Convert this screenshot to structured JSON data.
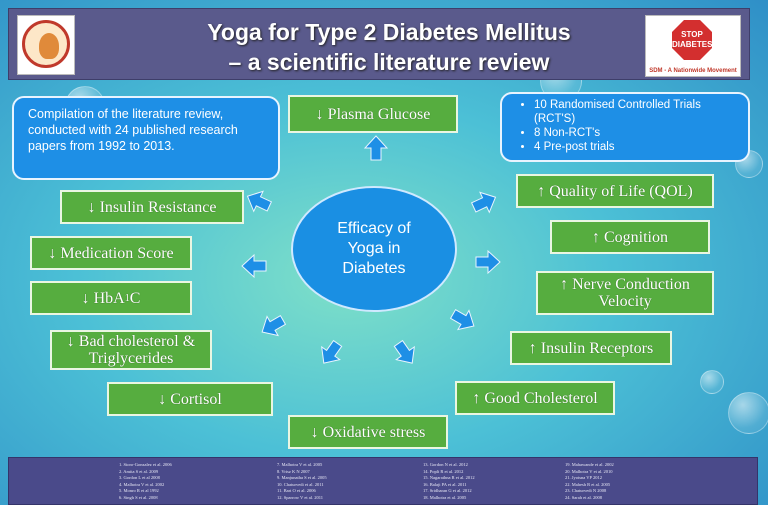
{
  "title": {
    "line1": "Yoga for Type 2 Diabetes Mellitus",
    "line2": "– a scientific literature review"
  },
  "logo_right": {
    "stop_text": "STOP DIABETES",
    "caption": "SDM - A Nationwide Movement"
  },
  "left_info": "Compilation of the literature review, conducted with 24 published research papers from 1992 to 2013.",
  "right_info": [
    "10 Randomised Controlled Trials (RCT'S)",
    "8 Non-RCT's",
    "4 Pre-post trials"
  ],
  "center": {
    "label_line1": "Efficacy of",
    "label_line2": "Yoga in",
    "label_line3": "Diabetes"
  },
  "outcomes": {
    "plasma_glucose": "↓ Plasma Glucose",
    "insulin_resistance": "↓ Insulin Resistance",
    "medication_score": "↓ Medication Score",
    "hba1c_arrow": "↓ HbA",
    "hba1c_sub": "1",
    "hba1c_suffix": "C",
    "bad_cholesterol_line1": "↓ Bad cholesterol &",
    "bad_cholesterol_line2": "Triglycerides",
    "cortisol": "↓ Cortisol",
    "oxidative_stress": "↓ Oxidative stress",
    "quality_of_life": "↑ Quality of Life (QOL)",
    "cognition": "↑ Cognition",
    "nerve_conduction_line1": "↑ Nerve Conduction",
    "nerve_conduction_line2": "Velocity",
    "insulin_receptors": "↑ Insulin Receptors",
    "good_cholesterol": "↑ Good Cholesterol"
  },
  "references": {
    "col1": [
      "1.    Sioro-Gonzalez et al. 2006",
      "2.    Amita S et al. 2009",
      "3.    Gordon L et al 2008",
      "4.    Malhotra V et al. 2002",
      "5.    Monro R et al 1992",
      "6.    Singh S et al. 2008"
    ],
    "col2": [
      "7.    Malhotra V et al. 2005",
      "8.    Vrisz K N 2007",
      "9.    Manjunatha S et al. 2005",
      "10.   Chaturvedi et al. 2011",
      "11.   Bari O et al. 2006",
      "12.   Sparrow V et al. 2011"
    ],
    "col3": [
      "13.   Gordon N et al. 2012",
      "14.   Popli R et al. 2012",
      "15.   Nagarathna R et al. 2012",
      "16.   Balaji PA et al. 2011",
      "17.   Sridharan G et al. 2012",
      "18.   Malhotra et al. 2005"
    ],
    "col4": [
      "19.   Mahawande et al. 2002",
      "20.   Malhotra V et al. 2010",
      "21.   Jyotsna VP 2012",
      "22.   Mahesh R et al. 2005",
      "23.   Chaturvedi N 2008",
      "24.   Sarah et al. 2008"
    ]
  }
}
